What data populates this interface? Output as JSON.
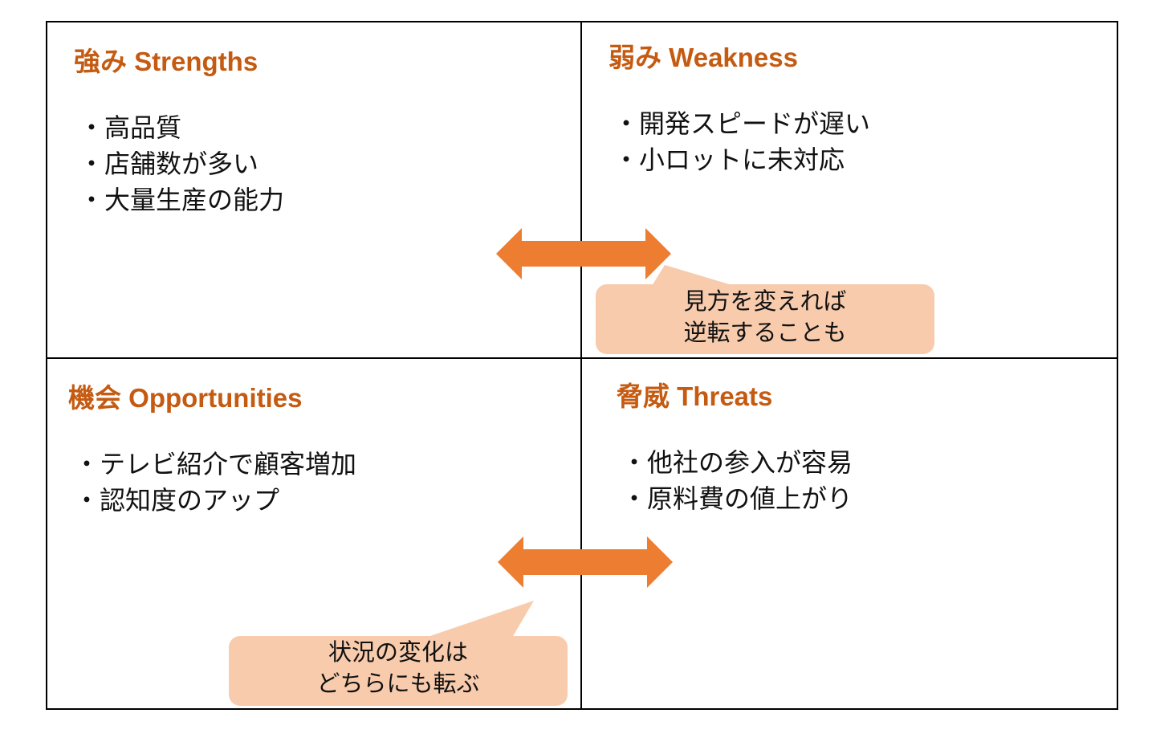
{
  "quadrants": {
    "strengths": {
      "title": "強み Strengths",
      "items": [
        "高品質",
        "店舗数が多い",
        "大量生産の能力"
      ]
    },
    "weakness": {
      "title": "弱み Weakness",
      "items": [
        "開発スピードが遅い",
        "小ロットに未対応"
      ]
    },
    "opportunities": {
      "title": "機会 Opportunities",
      "items": [
        "テレビ紹介で顧客増加",
        "認知度のアップ"
      ]
    },
    "threats": {
      "title": "脅威 Threats",
      "items": [
        "他社の参入が容易",
        "原料費の値上がり"
      ]
    }
  },
  "callouts": {
    "top": {
      "line1": "見方を変えれば",
      "line2": "逆転することも"
    },
    "bottom": {
      "line1": "状況の変化は",
      "line2": "どちらにも転ぶ"
    }
  },
  "colors": {
    "title": "#c55a11",
    "arrow": "#ed7d31",
    "callout": "#f8cbad"
  }
}
